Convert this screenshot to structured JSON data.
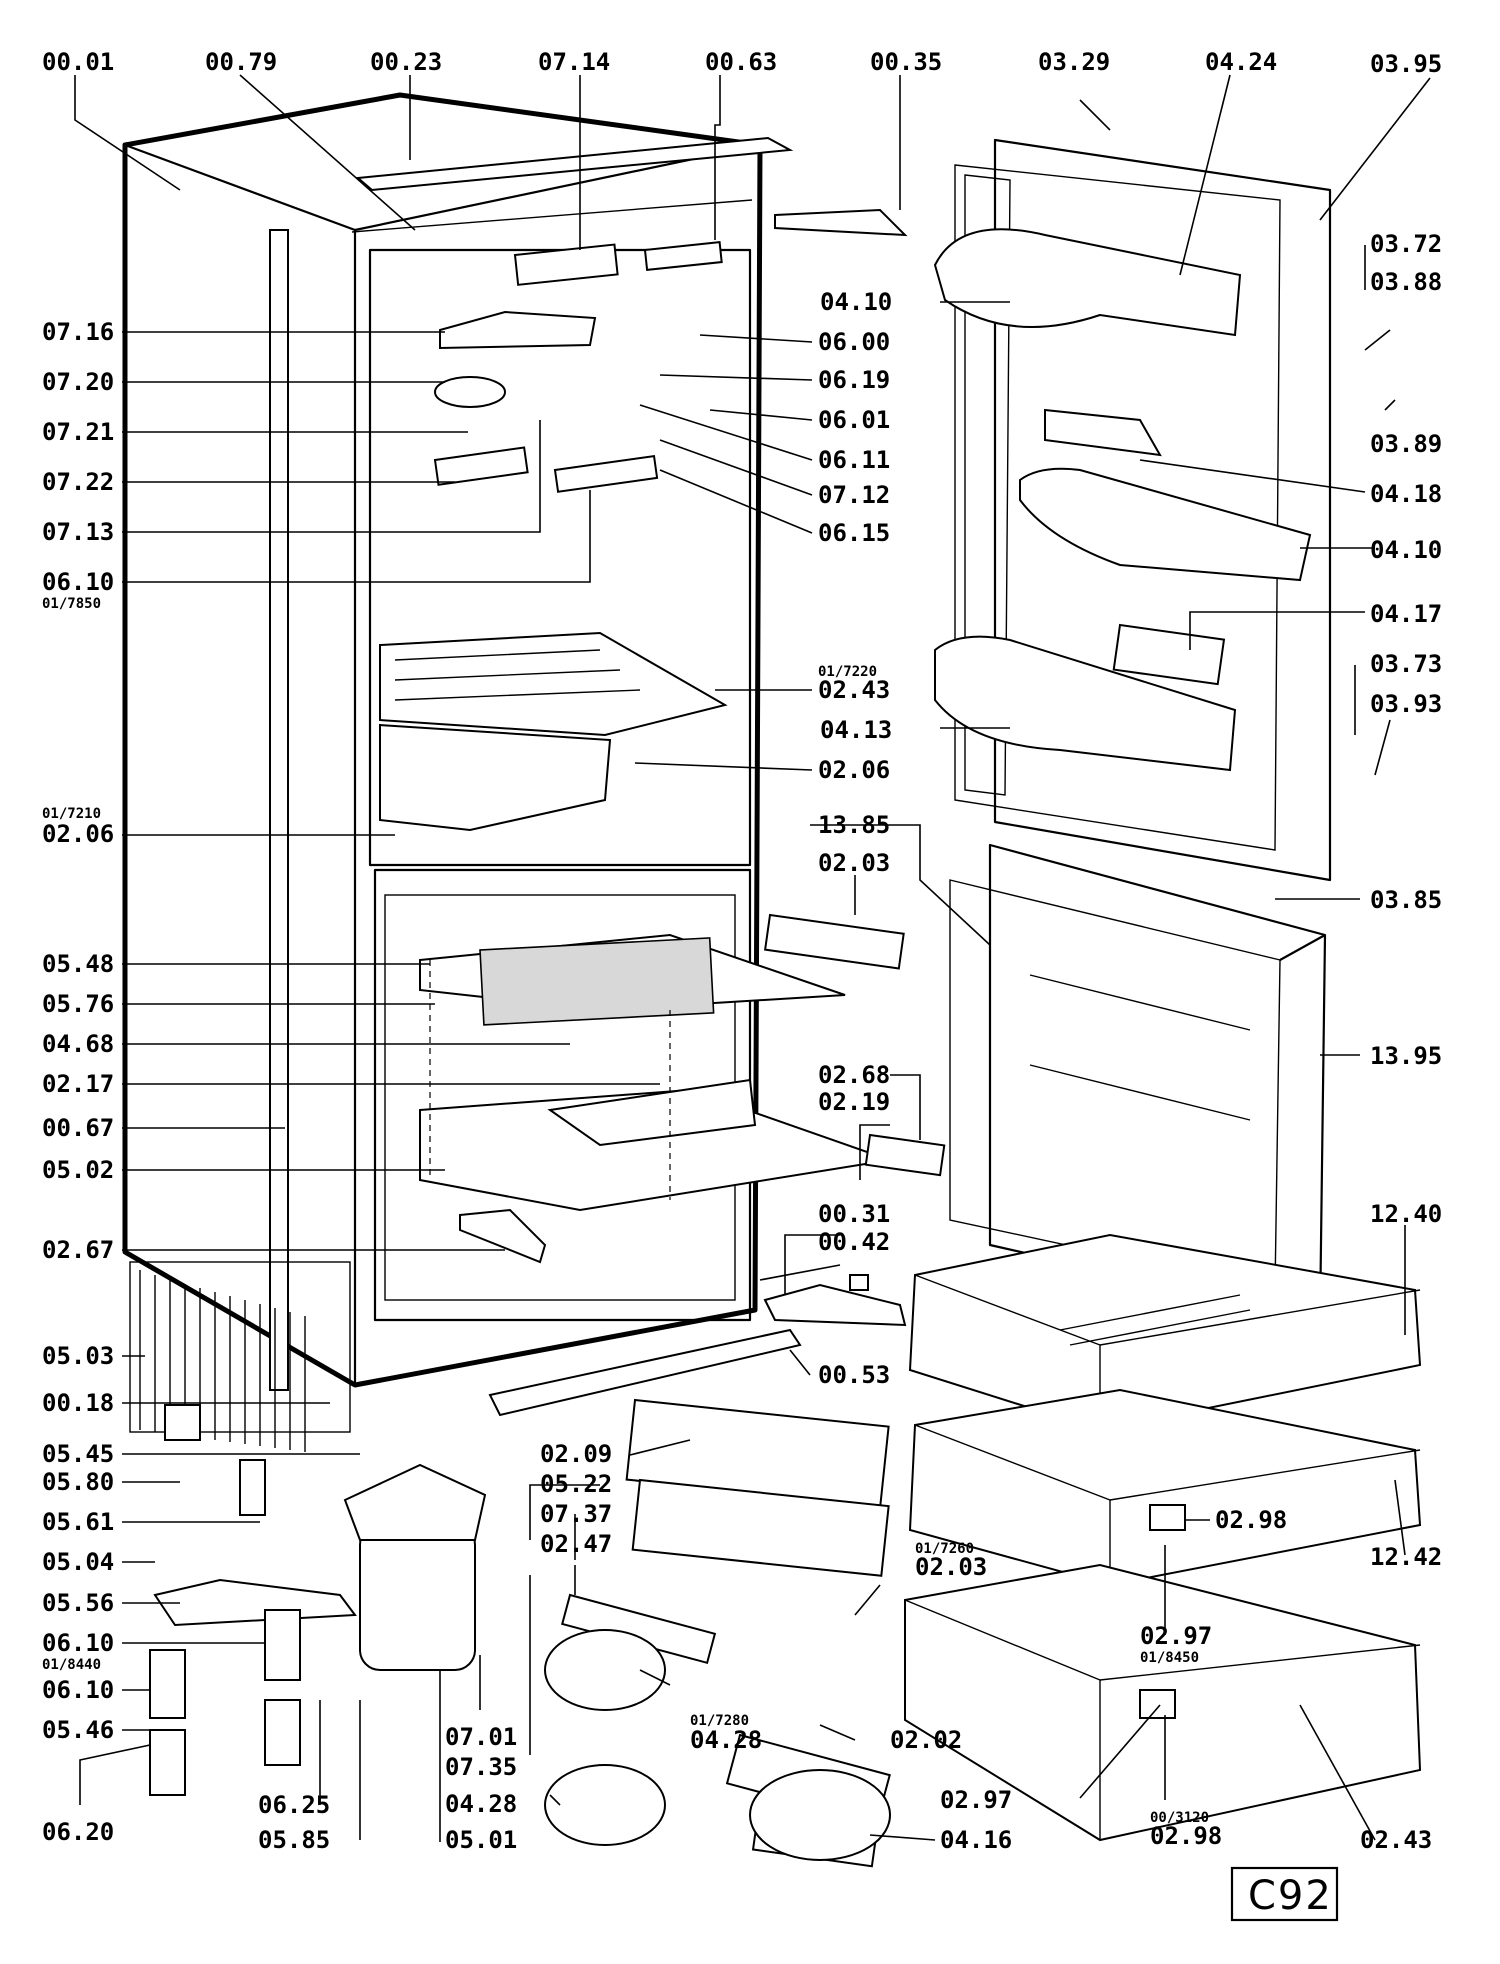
{
  "labels": {
    "top": [
      "00.01",
      "00.79",
      "00.23",
      "07.14",
      "00.63",
      "00.35",
      "03.29",
      "04.24",
      "03.95"
    ],
    "left": [
      "07.16",
      "07.20",
      "07.21",
      "07.22",
      "07.13",
      "06.10",
      "02.06",
      "05.48",
      "05.76",
      "04.68",
      "02.17",
      "00.67",
      "05.02",
      "02.67",
      "05.03",
      "00.18",
      "05.45",
      "05.80",
      "05.61",
      "05.04",
      "05.56",
      "06.10",
      "06.10",
      "05.46",
      "06.20"
    ],
    "left_sub": [
      "01/7850",
      "01/7210",
      "01/8440"
    ],
    "mid": [
      "06.00",
      "06.19",
      "06.01",
      "06.11",
      "07.12",
      "06.15",
      "02.43",
      "02.06",
      "13.85",
      "02.03",
      "02.68",
      "02.19",
      "00.31",
      "00.42",
      "00.53",
      "02.09",
      "05.22",
      "07.37",
      "02.47",
      "02.03",
      "04.28",
      "02.02",
      "04.16",
      "07.01",
      "07.35",
      "04.28",
      "05.01",
      "06.25",
      "05.85"
    ],
    "mid_sub": [
      "01/7220",
      "01/7260",
      "01/7280"
    ],
    "right": [
      "03.72",
      "03.88",
      "04.10",
      "03.89",
      "04.18",
      "04.10",
      "04.17",
      "03.73",
      "03.93",
      "04.13",
      "03.85",
      "13.95",
      "12.40",
      "12.42",
      "02.98",
      "02.97",
      "02.97",
      "02.98",
      "02.43"
    ],
    "right_sub": [
      "01/8450",
      "00/3120"
    ]
  },
  "drawing_code": "C92"
}
